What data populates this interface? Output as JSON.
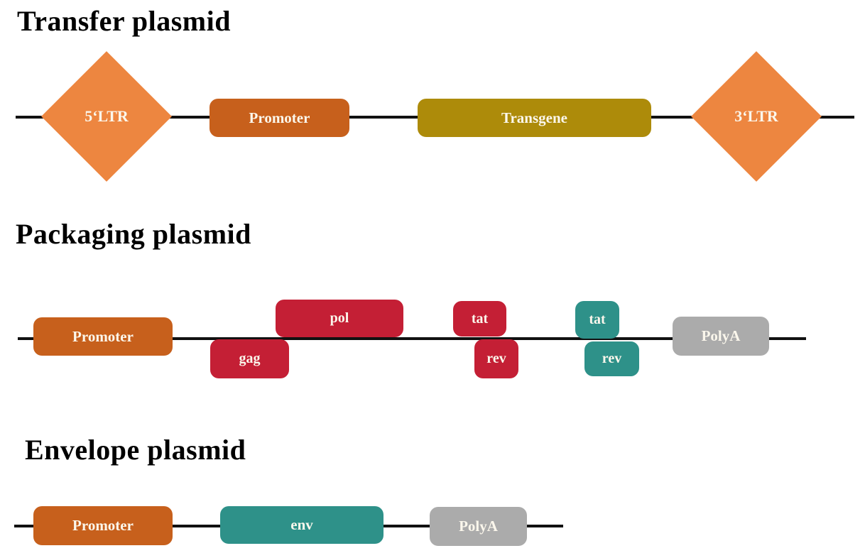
{
  "sections": {
    "transfer": {
      "title": "Transfer plasmid",
      "ltr5": "5‘LTR",
      "promoter": "Promoter",
      "transgene": "Transgene",
      "ltr3": "3‘LTR"
    },
    "packaging": {
      "title": "Packaging plasmid",
      "promoter": "Promoter",
      "gag": "gag",
      "pol": "pol",
      "tat1": "tat",
      "rev1": "rev",
      "tat2": "tat",
      "rev2": "rev",
      "polya": "PolyA"
    },
    "envelope": {
      "title": "Envelope plasmid",
      "promoter": "Promoter",
      "env": "env",
      "polya": "PolyA"
    }
  },
  "colors": {
    "background": "#FFFFFF",
    "backbone_black": "#111111",
    "ltr_orange": "#ED8640",
    "promoter_orange": "#C7601C",
    "transgene_gold": "#AD8B0A",
    "gene_crimson": "#C41F35",
    "gene_teal": "#2E9189",
    "polya_gray": "#ABABAB",
    "label_text": "#FBF7EC"
  }
}
